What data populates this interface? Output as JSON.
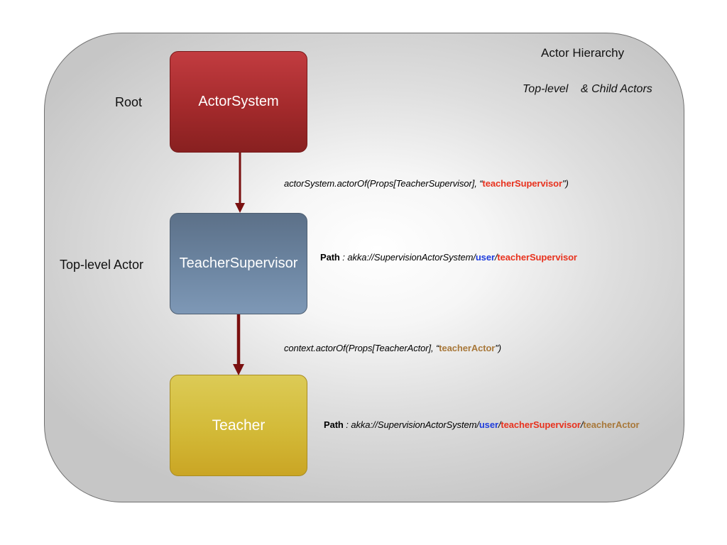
{
  "title": "Actor Hierarchy",
  "subtitle": {
    "part1": "Top-level",
    "part2": "& Child Actors"
  },
  "levels": {
    "root": "Root",
    "top_level": "Top-level Actor"
  },
  "boxes": {
    "actor_system": "ActorSystem",
    "teacher_supervisor": "TeacherSupervisor",
    "teacher": "Teacher"
  },
  "edge1": {
    "prefix": "actorSystem.actorOf(Props[TeacherSupervisor], “",
    "name": "teacherSupervisor",
    "suffix": "\")"
  },
  "edge2": {
    "prefix": "context.actorOf(Props[TeacherActor], “",
    "name": "teacherActor",
    "suffix": "\")"
  },
  "path1": {
    "label": "Path",
    "prefix": " : akka://SupervisionActorSystem/",
    "user": "user",
    "sep": "/",
    "supervisor": "teacherSupervisor"
  },
  "path2": {
    "label": "Path",
    "prefix": " : akka://SupervisionActorSystem/",
    "user": "user",
    "sep1": "/",
    "supervisor": "teacherSupervisor",
    "sep2": "/",
    "actor": "teacherActor"
  },
  "colors": {
    "actor_system_box": "#a42a2c",
    "supervisor_box": "#6b84a0",
    "teacher_box": "#d3ba38",
    "arrow": "#7a1010",
    "name_red": "#e8321e",
    "name_tan": "#a8783a",
    "user_blue": "#1e3cdc"
  }
}
